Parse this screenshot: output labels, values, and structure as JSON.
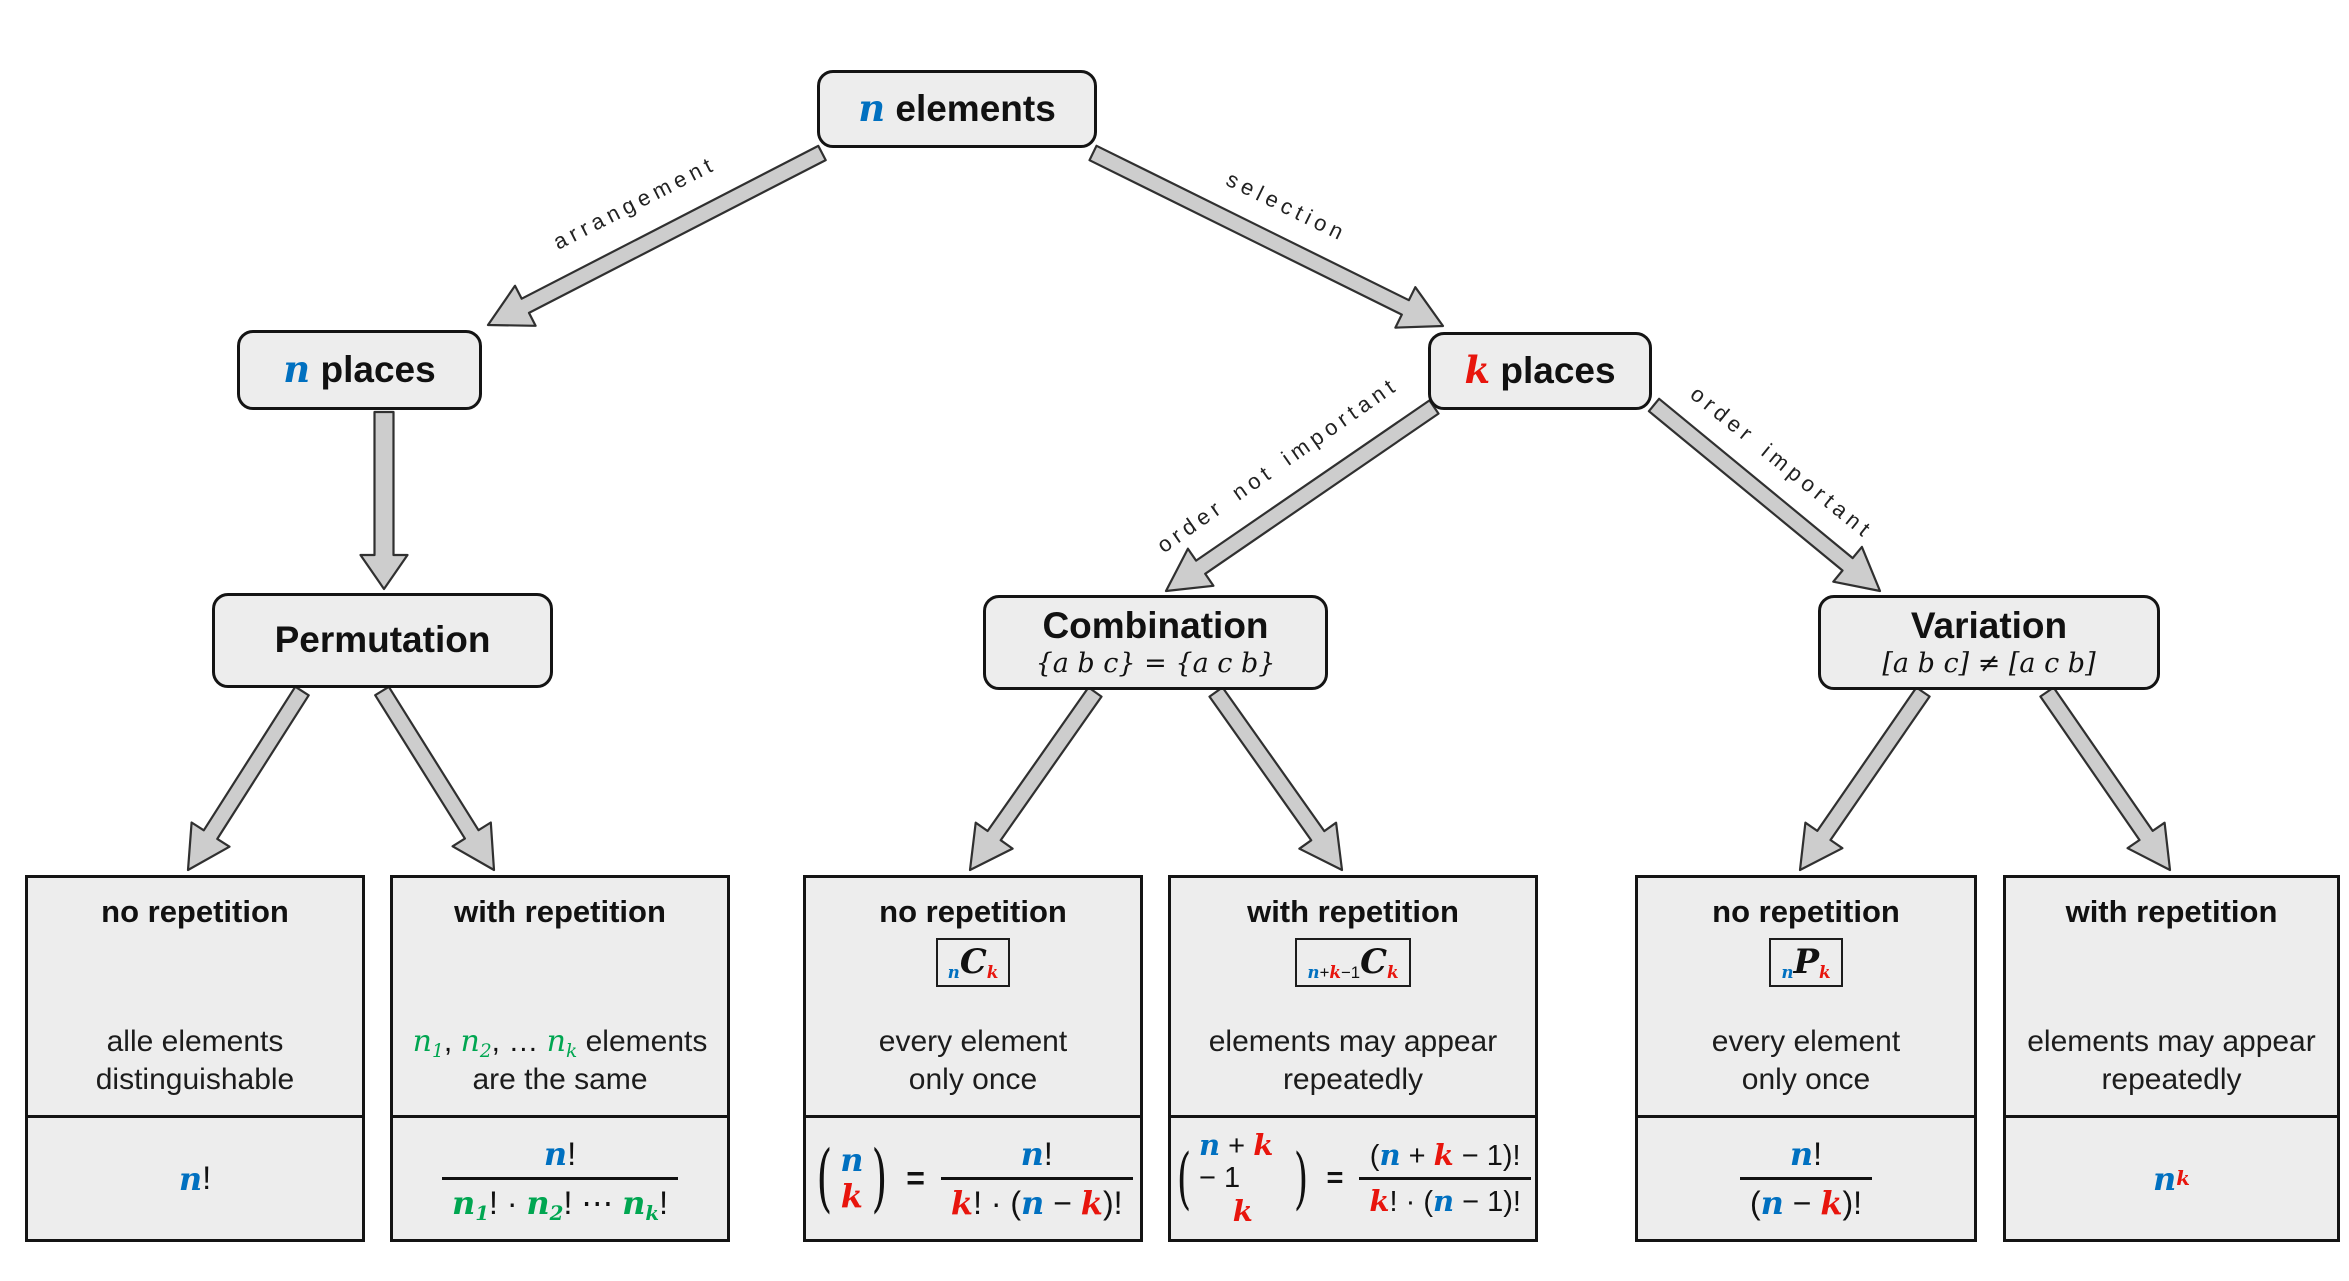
{
  "colors": {
    "n_blue": "#0070C0",
    "k_red": "#E8150D",
    "n_green": "#00A651",
    "box_fill": "#EDEDED",
    "box_border": "#141414",
    "arrow_fill": "#CDCDCD",
    "arrow_outline": "#303030"
  },
  "nodes": {
    "root": {
      "tokens": [
        {
          "t": "n",
          "c": "v blue"
        },
        {
          "t": " elements",
          "c": ""
        }
      ]
    },
    "n_places": {
      "tokens": [
        {
          "t": "n",
          "c": "v blue"
        },
        {
          "t": " places",
          "c": ""
        }
      ]
    },
    "k_places": {
      "tokens": [
        {
          "t": "k",
          "c": "v red"
        },
        {
          "t": " places",
          "c": ""
        }
      ]
    },
    "permutation": {
      "tokens": [
        {
          "t": "Permutation",
          "c": ""
        }
      ]
    },
    "combination": {
      "tokens": [
        {
          "t": "Combination",
          "c": ""
        }
      ],
      "subtitle": "{a b c} = {a c b}"
    },
    "variation": {
      "tokens": [
        {
          "t": "Variation",
          "c": ""
        }
      ],
      "subtitle": "[a b c] ≠ [a c b]"
    }
  },
  "edge_labels": {
    "arrangement": "arrangement",
    "selection": "selection",
    "order_not_important": "order not important",
    "order_important": "order important"
  },
  "leaves": [
    {
      "id": "perm-no-rep",
      "header": "no repetition",
      "badge": null,
      "desc": [
        [
          {
            "t": "alle elements"
          }
        ],
        [
          {
            "t": "distinguishable"
          }
        ]
      ],
      "formula": [
        {
          "t": "n",
          "c": "v blue"
        },
        {
          "t": "!",
          "c": "pl"
        }
      ]
    },
    {
      "id": "perm-with-rep",
      "header": "with repetition",
      "badge": null,
      "desc": [
        [
          {
            "t": "n",
            "c": "vn green",
            "sub": [
              {
                "t": "1",
                "c": "vn green"
              }
            ]
          },
          {
            "t": ", ",
            "c": "pl"
          },
          {
            "t": "n",
            "c": "vn green",
            "sub": [
              {
                "t": "2",
                "c": "vn green"
              }
            ]
          },
          {
            "t": ", … ",
            "c": "pl"
          },
          {
            "t": "n",
            "c": "vn green",
            "sub": [
              {
                "t": "k",
                "c": "vn green"
              }
            ]
          },
          {
            "t": " elements",
            "c": ""
          }
        ],
        [
          {
            "t": "are the same"
          }
        ]
      ],
      "formula": [
        {
          "frac": {
            "num": [
              {
                "t": "n",
                "c": "v blue"
              },
              {
                "t": "!",
                "c": "pl"
              }
            ],
            "den": [
              {
                "t": "n",
                "c": "v green",
                "sub": [
                  {
                    "t": "1",
                    "c": "v green"
                  }
                ]
              },
              {
                "t": "! · ",
                "c": "pl"
              },
              {
                "t": "n",
                "c": "v green",
                "sub": [
                  {
                    "t": "2",
                    "c": "v green"
                  }
                ]
              },
              {
                "t": "! ⋯ ",
                "c": "pl"
              },
              {
                "t": "n",
                "c": "v green",
                "sub": [
                  {
                    "t": "k",
                    "c": "v green"
                  }
                ]
              },
              {
                "t": "!",
                "c": "pl"
              }
            ]
          }
        }
      ]
    },
    {
      "id": "comb-no-rep",
      "header": "no repetition",
      "badge": [
        {
          "sub": [
            {
              "t": "n",
              "c": "v blue"
            }
          ]
        },
        {
          "t": "C",
          "c": "vC"
        },
        {
          "sub": [
            {
              "t": "k",
              "c": "v red"
            }
          ]
        }
      ],
      "desc": [
        [
          {
            "t": "every element"
          }
        ],
        [
          {
            "t": "only once"
          }
        ]
      ],
      "formula": [
        {
          "binom": {
            "top": [
              {
                "t": "n",
                "c": "v blue"
              }
            ],
            "bot": [
              {
                "t": "k",
                "c": "v red"
              }
            ]
          }
        },
        {
          "t": "=",
          "c": "eq"
        },
        {
          "frac": {
            "num": [
              {
                "t": "n",
                "c": "v blue"
              },
              {
                "t": "!",
                "c": "pl"
              }
            ],
            "den": [
              {
                "t": "k",
                "c": "v red"
              },
              {
                "t": "! · (",
                "c": "pl"
              },
              {
                "t": "n",
                "c": "v blue"
              },
              {
                "t": " − ",
                "c": "pl"
              },
              {
                "t": "k",
                "c": "v red"
              },
              {
                "t": ")!",
                "c": "pl"
              }
            ]
          }
        }
      ]
    },
    {
      "id": "comb-with-rep",
      "header": "with repetition",
      "badge": [
        {
          "sub": [
            {
              "t": "n",
              "c": "v blue"
            },
            {
              "t": "+",
              "c": "pls"
            },
            {
              "t": "k",
              "c": "v red"
            },
            {
              "t": "−1",
              "c": "pls"
            }
          ]
        },
        {
          "t": "C",
          "c": "vC"
        },
        {
          "sub": [
            {
              "t": "k",
              "c": "v red"
            }
          ]
        }
      ],
      "desc": [
        [
          {
            "t": "elements may appear"
          }
        ],
        [
          {
            "t": "repeatedly"
          }
        ]
      ],
      "formula": [
        {
          "binom": {
            "top": [
              {
                "t": "n",
                "c": "v blue"
              },
              {
                "t": " + ",
                "c": "pl"
              },
              {
                "t": "k",
                "c": "v red"
              },
              {
                "t": " − 1",
                "c": "pl"
              }
            ],
            "bot": [
              {
                "t": "k",
                "c": "v red"
              }
            ]
          }
        },
        {
          "t": "=",
          "c": "eq"
        },
        {
          "frac": {
            "num": [
              {
                "t": "(",
                "c": "pl"
              },
              {
                "t": "n",
                "c": "v blue"
              },
              {
                "t": " + ",
                "c": "pl"
              },
              {
                "t": "k",
                "c": "v red"
              },
              {
                "t": " − 1)!",
                "c": "pl"
              }
            ],
            "den": [
              {
                "t": "k",
                "c": "v red"
              },
              {
                "t": "! · (",
                "c": "pl"
              },
              {
                "t": "n",
                "c": "v blue"
              },
              {
                "t": " − 1)!",
                "c": "pl"
              }
            ]
          }
        }
      ]
    },
    {
      "id": "var-no-rep",
      "header": "no repetition",
      "badge": [
        {
          "sub": [
            {
              "t": "n",
              "c": "v blue"
            }
          ]
        },
        {
          "t": "P",
          "c": "vC"
        },
        {
          "sub": [
            {
              "t": "k",
              "c": "v red"
            }
          ]
        }
      ],
      "desc": [
        [
          {
            "t": "every element"
          }
        ],
        [
          {
            "t": "only once"
          }
        ]
      ],
      "formula": [
        {
          "frac": {
            "num": [
              {
                "t": "n",
                "c": "v blue"
              },
              {
                "t": "!",
                "c": "pl"
              }
            ],
            "den": [
              {
                "t": "(",
                "c": "pl"
              },
              {
                "t": "n",
                "c": "v blue"
              },
              {
                "t": " − ",
                "c": "pl"
              },
              {
                "t": "k",
                "c": "v red"
              },
              {
                "t": ")!",
                "c": "pl"
              }
            ]
          }
        }
      ]
    },
    {
      "id": "var-with-rep",
      "header": "with repetition",
      "badge": null,
      "desc": [
        [
          {
            "t": "elements may appear"
          }
        ],
        [
          {
            "t": "repeatedly"
          }
        ]
      ],
      "formula": [
        {
          "t": "n",
          "c": "v blue",
          "sup": [
            {
              "t": "k",
              "c": "v red"
            }
          ]
        }
      ]
    }
  ]
}
